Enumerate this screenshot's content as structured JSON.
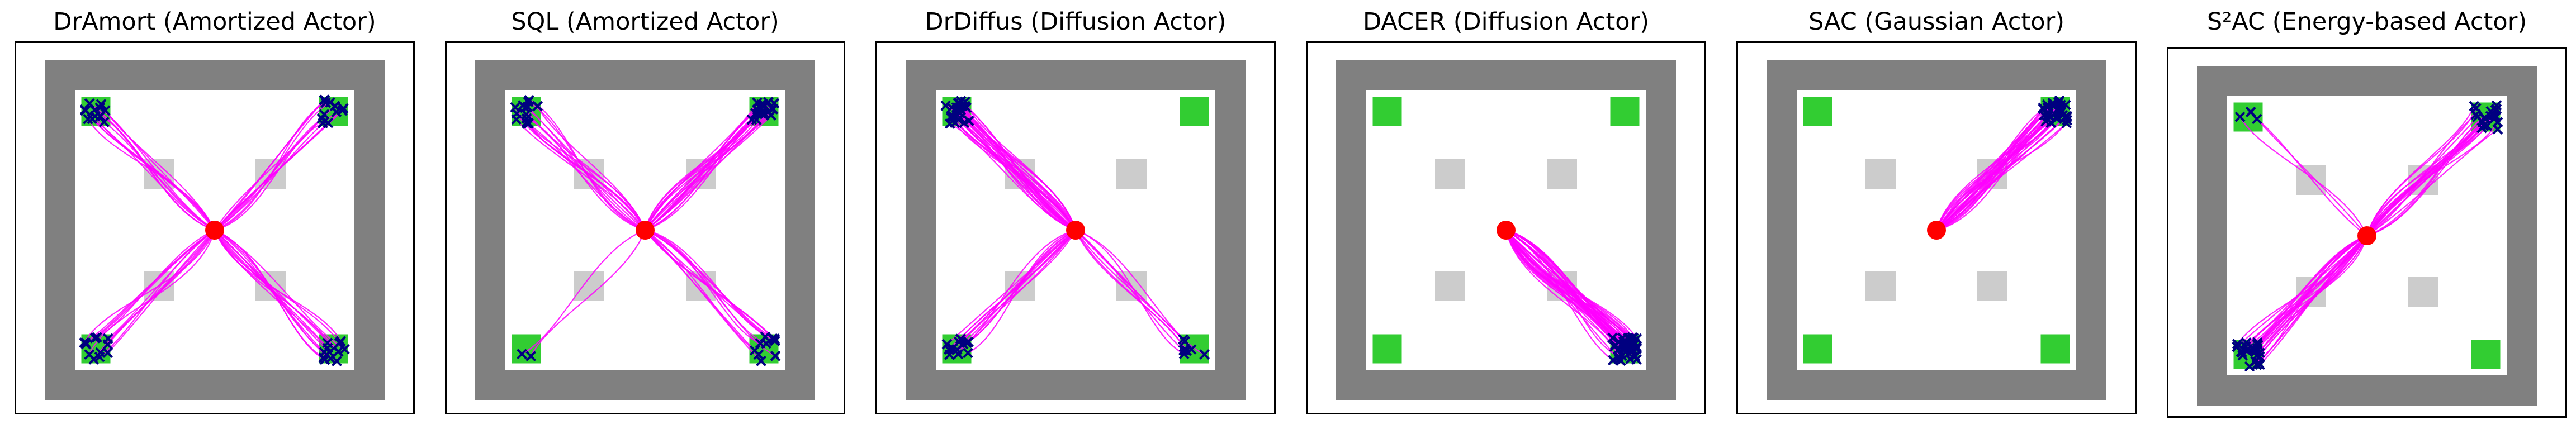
{
  "figure": {
    "titles": [
      "DrAmort (Amortized Actor)",
      "SQL (Amortized Actor)",
      "DrDiffus (Diffusion Actor)",
      "DACER  (Diffusion Actor)",
      "SAC (Gaussian Actor)",
      "S²AC (Energy-based Actor)"
    ]
  },
  "colors": {
    "wall": "#808080",
    "arena": "#ffffff",
    "goal": "#32cd32",
    "obstacle": "#cccccc",
    "trajectory": "#ff00ff",
    "start": "#ff0000",
    "end_marker": "#000080",
    "frame": "#000000"
  },
  "chart_data": [
    {
      "type": "scatter",
      "title": "DrAmort (Amortized Actor)",
      "xlim": [
        -1,
        1
      ],
      "ylim": [
        -1,
        1
      ],
      "grid": false,
      "start": [
        0,
        0
      ],
      "goals": [
        [
          -0.85,
          0.85
        ],
        [
          0.85,
          0.85
        ],
        [
          -0.85,
          -0.85
        ],
        [
          0.85,
          -0.85
        ]
      ],
      "obstacles": [
        [
          -0.4,
          0.4
        ],
        [
          0.4,
          0.4
        ],
        [
          -0.4,
          -0.4
        ],
        [
          0.4,
          -0.4
        ]
      ],
      "trajectories": [
        {
          "goal": [
            -0.85,
            0.85
          ],
          "count": 12
        },
        {
          "goal": [
            0.85,
            0.85
          ],
          "count": 12
        },
        {
          "goal": [
            -0.85,
            -0.85
          ],
          "count": 12
        },
        {
          "goal": [
            0.85,
            -0.85
          ],
          "count": 14
        }
      ]
    },
    {
      "type": "scatter",
      "title": "SQL (Amortized Actor)",
      "xlim": [
        -1,
        1
      ],
      "ylim": [
        -1,
        1
      ],
      "grid": false,
      "start": [
        0,
        0
      ],
      "goals": [
        [
          -0.85,
          0.85
        ],
        [
          0.85,
          0.85
        ],
        [
          -0.85,
          -0.85
        ],
        [
          0.85,
          -0.85
        ]
      ],
      "obstacles": [
        [
          -0.4,
          0.4
        ],
        [
          0.4,
          0.4
        ],
        [
          -0.4,
          -0.4
        ],
        [
          0.4,
          -0.4
        ]
      ],
      "trajectories": [
        {
          "goal": [
            -0.85,
            0.85
          ],
          "count": 14
        },
        {
          "goal": [
            0.85,
            0.85
          ],
          "count": 20
        },
        {
          "goal": [
            -0.85,
            -0.85
          ],
          "count": 2
        },
        {
          "goal": [
            0.85,
            -0.85
          ],
          "count": 12
        }
      ]
    },
    {
      "type": "scatter",
      "title": "DrDiffus (Diffusion Actor)",
      "xlim": [
        -1,
        1
      ],
      "ylim": [
        -1,
        1
      ],
      "grid": false,
      "start": [
        0,
        0
      ],
      "goals": [
        [
          -0.85,
          0.85
        ],
        [
          0.85,
          0.85
        ],
        [
          -0.85,
          -0.85
        ],
        [
          0.85,
          -0.85
        ]
      ],
      "obstacles": [
        [
          -0.4,
          0.4
        ],
        [
          0.4,
          0.4
        ],
        [
          -0.4,
          -0.4
        ],
        [
          0.4,
          -0.4
        ]
      ],
      "trajectories": [
        {
          "goal": [
            -0.85,
            0.85
          ],
          "count": 26
        },
        {
          "goal": [
            0.85,
            0.85
          ],
          "count": 0
        },
        {
          "goal": [
            -0.85,
            -0.85
          ],
          "count": 12
        },
        {
          "goal": [
            0.85,
            -0.85
          ],
          "count": 8
        }
      ]
    },
    {
      "type": "scatter",
      "title": "DACER  (Diffusion Actor)",
      "xlim": [
        -1,
        1
      ],
      "ylim": [
        -1,
        1
      ],
      "grid": false,
      "start": [
        0,
        0
      ],
      "goals": [
        [
          -0.85,
          0.85
        ],
        [
          0.85,
          0.85
        ],
        [
          -0.85,
          -0.85
        ],
        [
          0.85,
          -0.85
        ]
      ],
      "obstacles": [
        [
          -0.4,
          0.4
        ],
        [
          0.4,
          0.4
        ],
        [
          -0.4,
          -0.4
        ],
        [
          0.4,
          -0.4
        ]
      ],
      "trajectories": [
        {
          "goal": [
            -0.85,
            0.85
          ],
          "count": 0
        },
        {
          "goal": [
            0.85,
            0.85
          ],
          "count": 0
        },
        {
          "goal": [
            -0.85,
            -0.85
          ],
          "count": 0
        },
        {
          "goal": [
            0.85,
            -0.85
          ],
          "count": 40
        }
      ]
    },
    {
      "type": "scatter",
      "title": "SAC (Gaussian Actor)",
      "xlim": [
        -1,
        1
      ],
      "ylim": [
        -1,
        1
      ],
      "grid": false,
      "start": [
        0,
        0
      ],
      "goals": [
        [
          -0.85,
          0.85
        ],
        [
          0.85,
          0.85
        ],
        [
          -0.85,
          -0.85
        ],
        [
          0.85,
          -0.85
        ]
      ],
      "obstacles": [
        [
          -0.4,
          0.4
        ],
        [
          0.4,
          0.4
        ],
        [
          -0.4,
          -0.4
        ],
        [
          0.4,
          -0.4
        ]
      ],
      "trajectories": [
        {
          "goal": [
            -0.85,
            0.85
          ],
          "count": 0
        },
        {
          "goal": [
            0.85,
            0.85
          ],
          "count": 30
        },
        {
          "goal": [
            -0.85,
            -0.85
          ],
          "count": 0
        },
        {
          "goal": [
            0.85,
            -0.85
          ],
          "count": 0
        }
      ]
    },
    {
      "type": "scatter",
      "title": "S²AC (Energy-based Actor)",
      "xlim": [
        -1,
        1
      ],
      "ylim": [
        -1,
        1
      ],
      "grid": false,
      "start": [
        0,
        0
      ],
      "goals": [
        [
          -0.85,
          0.85
        ],
        [
          0.85,
          0.85
        ],
        [
          -0.85,
          -0.85
        ],
        [
          0.85,
          -0.85
        ]
      ],
      "obstacles": [
        [
          -0.4,
          0.4
        ],
        [
          0.4,
          0.4
        ],
        [
          -0.4,
          -0.4
        ],
        [
          0.4,
          -0.4
        ]
      ],
      "trajectories": [
        {
          "goal": [
            -0.85,
            0.85
          ],
          "count": 3
        },
        {
          "goal": [
            0.85,
            0.85
          ],
          "count": 20
        },
        {
          "goal": [
            -0.85,
            -0.85
          ],
          "count": 24
        },
        {
          "goal": [
            0.85,
            -0.85
          ],
          "count": 0
        }
      ]
    }
  ]
}
